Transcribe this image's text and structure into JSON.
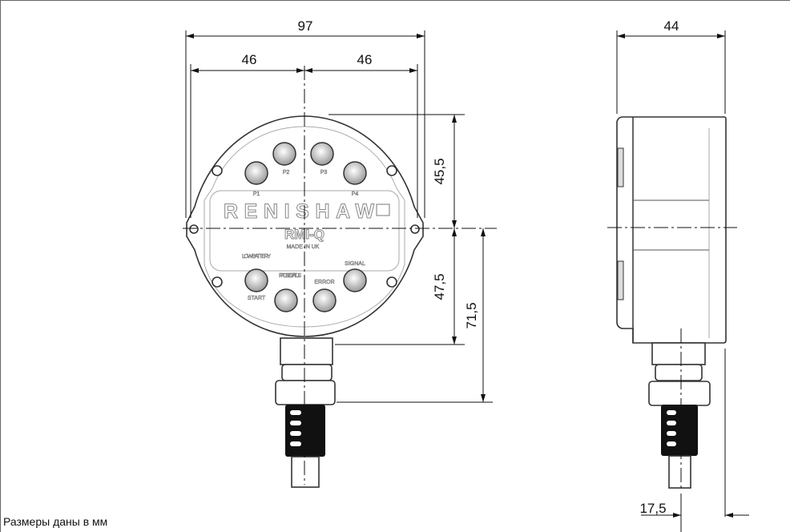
{
  "dimensions": {
    "overall_width": "97",
    "half_width_left": "46",
    "half_width_right": "46",
    "depth": "44",
    "upper_height": "45,5",
    "lower_height": "47,5",
    "total_lower_height": "71,5",
    "cable_offset": "17,5"
  },
  "device": {
    "brand": "RENISHAW",
    "model": "RMI-Q",
    "origin": "MADE IN UK",
    "leds": [
      "P1",
      "P2",
      "P3",
      "P4"
    ],
    "low_battery": "LOW BATTERY",
    "probe_status": "PROBE STATUS",
    "error": "ERROR",
    "signal": "SIGNAL",
    "start": "START"
  },
  "note": "Размеры даны в мм"
}
